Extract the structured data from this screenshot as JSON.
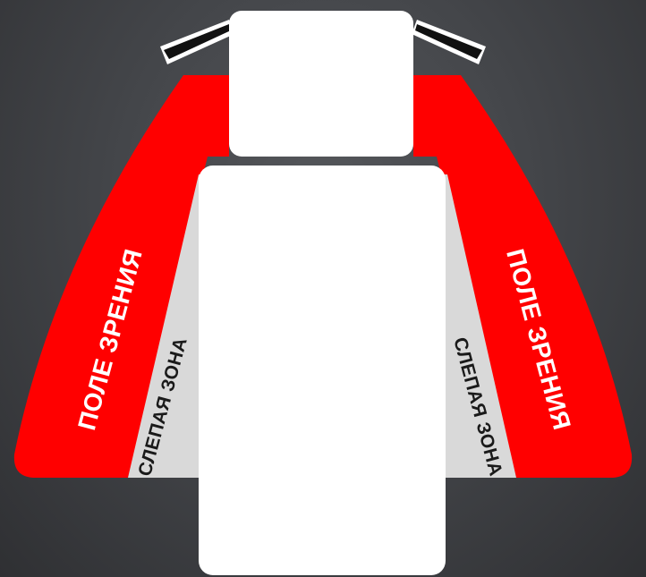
{
  "labels": {
    "field_of_view_left": "ПОЛЕ ЗРЕНИЯ",
    "field_of_view_right": "ПОЛЕ ЗРЕНИЯ",
    "blind_zone_left": "СЛЕПАЯ ЗОНА",
    "blind_zone_right": "СЛЕПАЯ ЗОНА"
  },
  "colors": {
    "field_of_view": "#ff0000",
    "blind_zone": "#d9d9d9",
    "vehicle": "#ffffff",
    "mirror": "#111111",
    "field_text": "#ffffff",
    "blind_text": "#1a1a1a"
  }
}
